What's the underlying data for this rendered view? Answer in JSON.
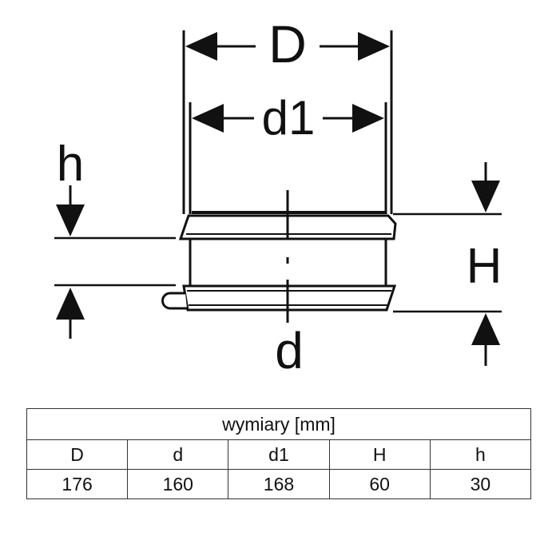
{
  "drawing": {
    "labels": {
      "D": "D",
      "d1": "d1",
      "d": "d",
      "h": "h",
      "H": "H"
    }
  },
  "table": {
    "caption": "wymiary [mm]",
    "headers": [
      "D",
      "d",
      "d1",
      "H",
      "h"
    ],
    "values": [
      "176",
      "160",
      "168",
      "60",
      "30"
    ]
  }
}
